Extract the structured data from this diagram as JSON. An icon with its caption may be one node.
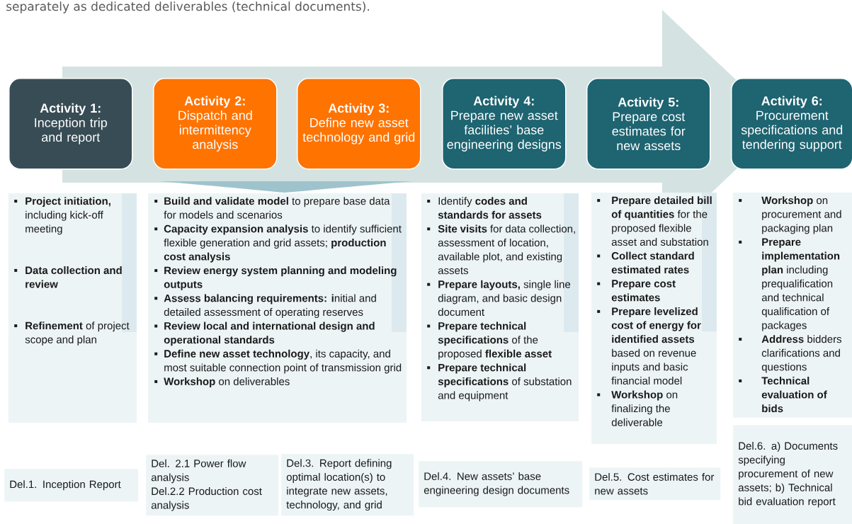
{
  "diagram": {
    "nodes": [
      {
        "text": [
          "Activity 1:",
          "Inception trip and report"
        ]
      },
      {
        "text": [
          "Activity 2:",
          "Dispatch and intermittency analysis"
        ]
      },
      {
        "text": [
          "Activity 3:",
          "Define new asset technology and grid"
        ]
      },
      {
        "text": [
          "Activity 4:",
          "Prepare new asset facilities’ base engineering designs"
        ]
      },
      {
        "text": [
          "Activity 5:",
          "Prepare cost estimates for new assets"
        ]
      },
      {
        "text": [
          "Activity 6:",
          "Procurement specifications and tendering support"
        ]
      },
      {
        "text": [
          "**Project initiation,** including kick-off meeting",
          "**Data collection and review**",
          "**Refinement** of project scope and plan"
        ]
      },
      {
        "text": [
          "**Build and validate model** to prepare base data for models and scenarios",
          "**Capacity expansion analysis** to identify sufficient flexible generation and grid assets; **production cost analysis**",
          "**Review energy system planning and modeling outputs**",
          "**Assess balancing requirements: i**nitial and detailed assessment of operating reserves",
          "**Review local and international design and operational standards**",
          "**Define new asset technology**, its capacity, and most suitable connection point of transmission grid",
          "**Workshop** on deliverables"
        ]
      },
      {
        "text": [
          "Identify **codes and standards for assets**",
          "**Site visits** for data collection, assessment of location, available plot, and existing assets",
          "**Prepare layouts,** single line diagram, and basic design document",
          "**Prepare technical specifications** of the proposed **flexible asset**",
          "**Prepare technical specifications** of substation and equipment"
        ]
      },
      {
        "text": [
          "**Prepare detailed bill of quantities** for the proposed flexible asset and substation",
          "**Collect standard estimated rates**",
          "**Prepare cost estimates**",
          "**Prepare levelized cost of energy for identified assets** based on revenue inputs and basic financial model",
          "**Workshop** on finalizing the deliverable"
        ]
      },
      {
        "text": [
          "**Workshop** on procurement and packaging plan",
          "**Prepare implementation plan** including prequalification and technical qualification of packages",
          "**Address** bidders clarifications and questions",
          "**Technical evaluation of bids**"
        ]
      },
      {
        "text": [
          "Del.1. Inception Report"
        ]
      },
      {
        "text": [
          "Del. 2.1 Power flow analysis",
          "Del.2.2 Production cost analysis"
        ]
      },
      {
        "text": [
          "Del.3. Report defining optimal location(s) to integrate new assets, technology, and grid"
        ]
      },
      {
        "text": [
          "Del.4. New assets’ base engineering design documents"
        ]
      },
      {
        "text": [
          "Del.5. Cost estimates for new assets"
        ]
      },
      {
        "text": [
          "Del.6. a) Documents specifying procurement of new assets; b) Technical bid evaluation report"
        ]
      }
    ],
    "labels": [
      "separately as dedicated deliverables (technical documents)."
    ]
  }
}
